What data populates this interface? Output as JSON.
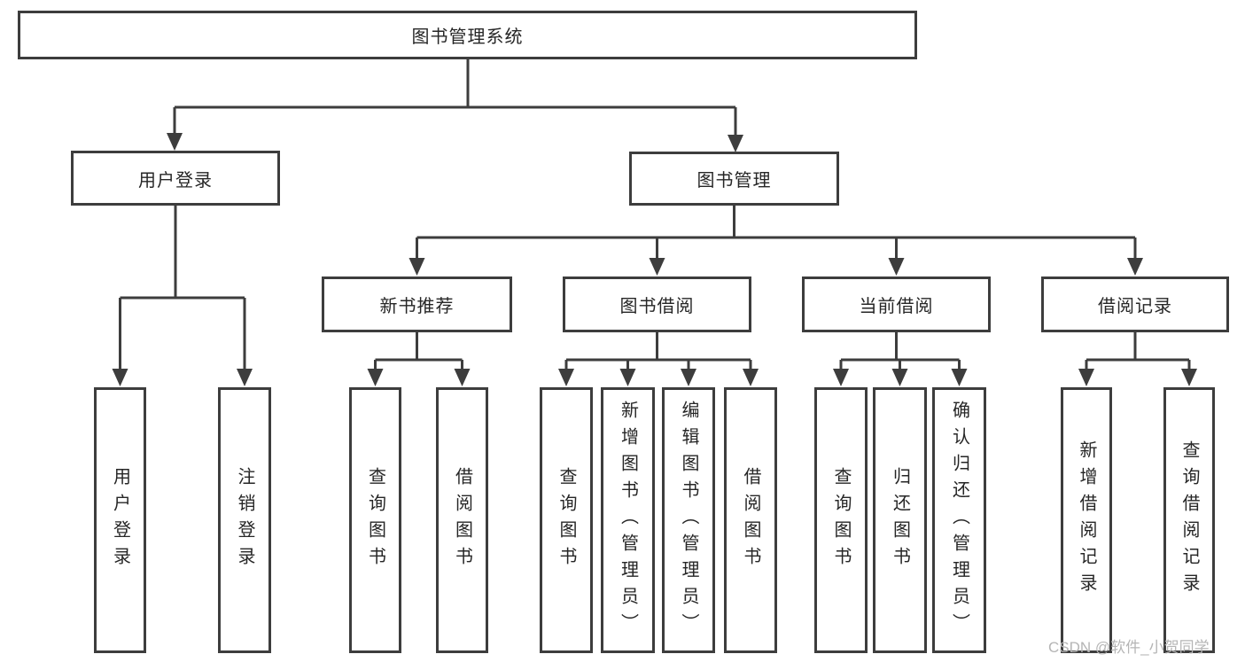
{
  "diagram": {
    "type": "hierarchy-tree",
    "root": {
      "label": "图书管理系统"
    },
    "level2": [
      {
        "id": "user-login",
        "label": "用户登录",
        "parent": "图书管理系统"
      },
      {
        "id": "book-mgmt",
        "label": "图书管理",
        "parent": "图书管理系统"
      }
    ],
    "level3": [
      {
        "id": "new-book-recommend",
        "label": "新书推荐",
        "parent": "图书管理"
      },
      {
        "id": "book-borrow",
        "label": "图书借阅",
        "parent": "图书管理"
      },
      {
        "id": "current-borrow",
        "label": "当前借阅",
        "parent": "图书管理"
      },
      {
        "id": "borrow-records",
        "label": "借阅记录",
        "parent": "图书管理"
      }
    ],
    "leaves": [
      {
        "label": "用户登录",
        "parent": "用户登录"
      },
      {
        "label": "注销登录",
        "parent": "用户登录"
      },
      {
        "label": "查询图书",
        "parent": "新书推荐"
      },
      {
        "label": "借阅图书",
        "parent": "新书推荐"
      },
      {
        "label": "查询图书",
        "parent": "图书借阅"
      },
      {
        "label": "新增图书（管理员）",
        "parent": "图书借阅"
      },
      {
        "label": "编辑图书（管理员）",
        "parent": "图书借阅"
      },
      {
        "label": "借阅图书",
        "parent": "图书借阅"
      },
      {
        "label": "查询图书",
        "parent": "当前借阅"
      },
      {
        "label": "归还图书",
        "parent": "当前借阅"
      },
      {
        "label": "确认归还（管理员）",
        "parent": "当前借阅"
      },
      {
        "label": "新增借阅记录",
        "parent": "借阅记录"
      },
      {
        "label": "查询借阅记录",
        "parent": "借阅记录"
      }
    ]
  },
  "watermark": {
    "text": "CSDN @软件_小贺同学"
  },
  "colors": {
    "line": "#3d3d3d",
    "text": "#262626",
    "background": "#ffffff",
    "watermark": "#b5b5b5"
  }
}
